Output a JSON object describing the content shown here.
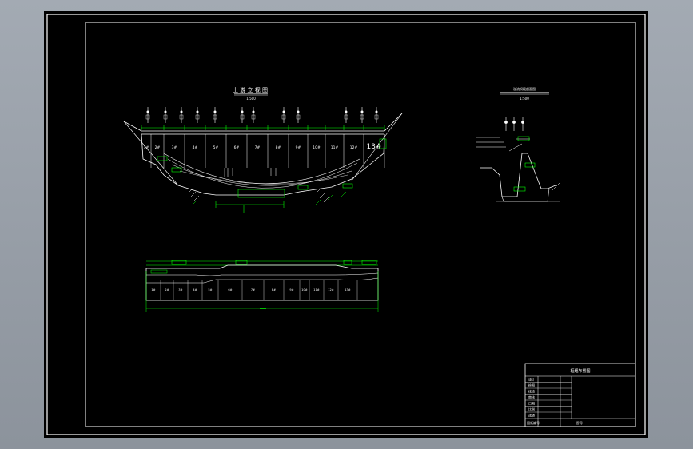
{
  "drawing": {
    "upstream_elevation": {
      "title": "上 游 立 视 图",
      "scale": "1:500",
      "block_labels": [
        "1#",
        "2#",
        "3#",
        "4#",
        "5#",
        "6#",
        "7#",
        "8#",
        "9#",
        "10#",
        "11#",
        "12#",
        "13#"
      ],
      "last_block_label": "13#"
    },
    "section_view": {
      "title": "溢流坝段剖面图",
      "scale": "1:500"
    },
    "plan_view": {
      "block_labels": [
        "1#",
        "2#",
        "3#",
        "4#",
        "5#",
        "6#",
        "7#",
        "8#",
        "9#",
        "10#",
        "11#",
        "12#",
        "13#"
      ]
    },
    "title_block": {
      "title": "枢纽布置图",
      "rows": [
        "设计",
        "绘图",
        "校核",
        "审核",
        "日期",
        "比例",
        "成绩"
      ],
      "footer_left": "图纸编号",
      "footer_right": "图号"
    }
  },
  "colors": {
    "background": "#000000",
    "frame": "#ffffff",
    "dimension": "#00ff00",
    "text": "#ffffff"
  }
}
